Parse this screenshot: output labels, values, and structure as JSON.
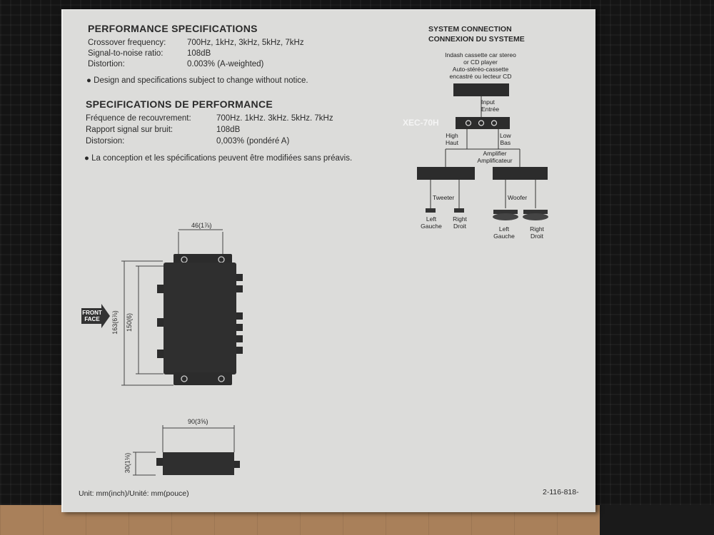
{
  "perf_en": {
    "title": "PERFORMANCE SPECIFICATIONS",
    "rows": [
      {
        "label": "Crossover frequency:",
        "value": "700Hz, 1kHz, 3kHz, 5kHz, 7kHz"
      },
      {
        "label": "Signal-to-noise ratio:",
        "value": "108dB"
      },
      {
        "label": "Distortion:",
        "value": "0.003% (A-weighted)"
      }
    ],
    "note": "Design and specifications subject to change without notice."
  },
  "perf_fr": {
    "title": "SPECIFICATIONS DE PERFORMANCE",
    "rows": [
      {
        "label": "Fréquence de recouvrement:",
        "value": "700Hz. 1kHz. 3kHz. 5kHz. 7kHz"
      },
      {
        "label": "Rapport signal sur bruit:",
        "value": "108dB"
      },
      {
        "label": "Distorsion:",
        "value": "0,003% (pondéré A)"
      }
    ],
    "note": "La conception et les spécifications peuvent être modifiées sans préavis."
  },
  "system": {
    "title_en": "SYSTEM CONNECTION",
    "title_fr": "CONNEXION DU SYSTEME",
    "source": [
      "Indash cassette car stereo",
      "or CD player",
      "Auto-stéréo-cassette",
      "encastré ou lecteur CD"
    ],
    "input": [
      "Input",
      "Entrée"
    ],
    "model": "XEC-70H",
    "high": [
      "High",
      "Haut"
    ],
    "low": [
      "Low",
      "Bas"
    ],
    "amp": [
      "Amplifier",
      "Amplificateur"
    ],
    "tweeter": "Tweeter",
    "woofer": "Woofer",
    "t_left": [
      "Left",
      "Gauche"
    ],
    "t_right": [
      "Right",
      "Droit"
    ],
    "w_left": [
      "Left",
      "Gauche"
    ],
    "w_right": [
      "Right",
      "Droit"
    ]
  },
  "dims": {
    "width_top": "46(1⅞)",
    "height_outer": "163(6⅞)",
    "height_inner": "150(6)",
    "front_face": [
      "FRONT",
      "FACE"
    ],
    "depth": "90(3⅝)",
    "thickness": "30(1⅛)"
  },
  "footer": {
    "unit": "Unit: mm(inch)/Unité: mm(pouce)",
    "code": "2-116-818-"
  },
  "colors": {
    "box": "#dcdcda",
    "ink": "#2a2a2a",
    "module": "#2c2c2c",
    "mat": "#141414"
  }
}
